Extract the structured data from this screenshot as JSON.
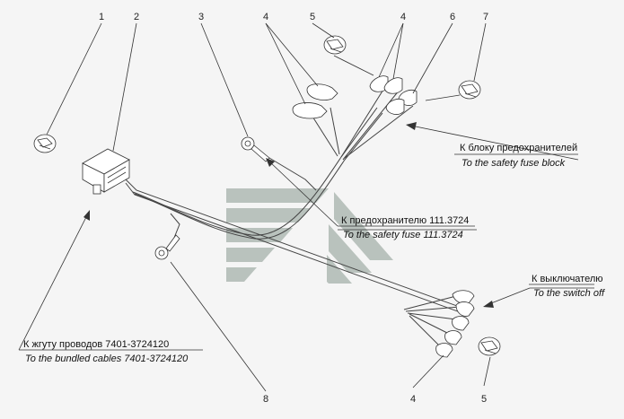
{
  "callouts": {
    "n1": "1",
    "n2": "2",
    "n3": "3",
    "n4a": "4",
    "n5a": "5",
    "n4b": "4",
    "n6": "6",
    "n7": "7",
    "n8": "8",
    "n4c": "4",
    "n5b": "5"
  },
  "labels": {
    "fuse_block_ru": "К блоку предохранителей",
    "fuse_block_en": "To the safety fuse block",
    "fuse_ru": "К предохранителю 111.3724",
    "fuse_en": "To the safety fuse 111.3724",
    "switch_ru": "К выключателю",
    "switch_en": "To the switch off",
    "bundle_ru": "К жгуту проводов 7401-3724120",
    "bundle_en": "To the bundled cables 7401-3724120"
  },
  "colors": {
    "watermark": "#a6b2ab",
    "line": "#333333"
  }
}
